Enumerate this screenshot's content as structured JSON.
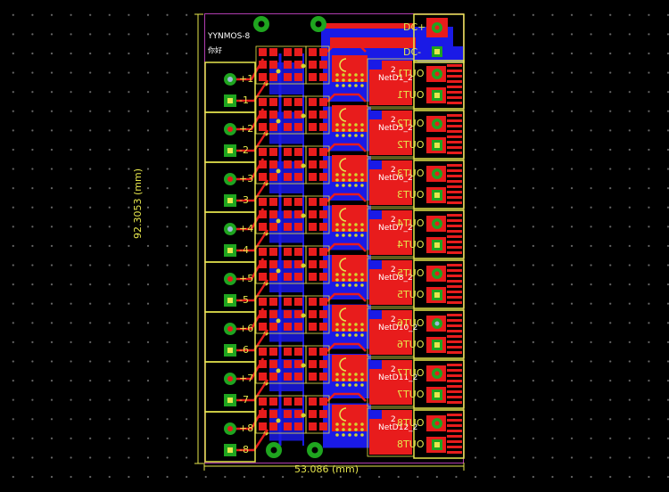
{
  "board": {
    "name": "YYNMOS-8",
    "sub_mark": "你好",
    "height_dim": "92.3053 (mm)",
    "width_dim": "53.086 (mm)"
  },
  "power_labels": [
    "DC+",
    "DC-"
  ],
  "input_terminals": [
    {
      "plus": "+1",
      "minus": "-1"
    },
    {
      "plus": "+2",
      "minus": "-2"
    },
    {
      "plus": "+3",
      "minus": "-3"
    },
    {
      "plus": "+4",
      "minus": "-4"
    },
    {
      "plus": "+5",
      "minus": "-5"
    },
    {
      "plus": "+6",
      "minus": "-6"
    },
    {
      "plus": "+7",
      "minus": "-7"
    },
    {
      "plus": "+8",
      "minus": "-8"
    }
  ],
  "output_terminals": [
    "OUT1",
    "OUT2",
    "OUT3",
    "OUT4",
    "OUT5",
    "OUT6",
    "OUT7",
    "OUT8"
  ],
  "mosfets": [
    {
      "pin": "2",
      "net": "NetD1_2"
    },
    {
      "pin": "2",
      "net": "NetD5_2"
    },
    {
      "pin": "2",
      "net": "NetD6_2"
    },
    {
      "pin": "2",
      "net": "NetD7_2"
    },
    {
      "pin": "2",
      "net": "NetD8_2"
    },
    {
      "pin": "2",
      "net": "NetD10_2"
    },
    {
      "pin": "2",
      "net": "NetD11_2"
    },
    {
      "pin": "2",
      "net": "NetD12_2"
    }
  ],
  "colors": {
    "background": "#000000",
    "grid_dot": "#6a6a6a",
    "top_copper": "#e81c1c",
    "bottom_copper": "#1a1ae6",
    "overlay": "#e6e64d",
    "pad": "#1fa51f",
    "board_outline": "#b03cb0",
    "via": "#d4d42e"
  }
}
